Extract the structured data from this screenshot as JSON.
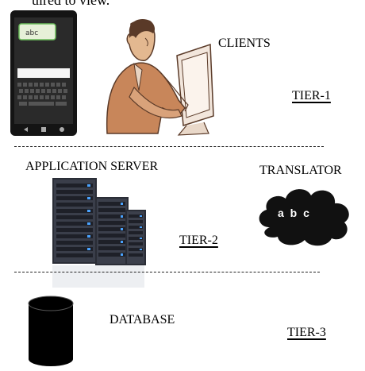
{
  "page": {
    "top_crop_text": "uired to view."
  },
  "labels": {
    "clients": "CLIENTS",
    "tier1": "TIER-1",
    "app_server": "APPLICATION SERVER",
    "translator": "TRANSLATOR",
    "cloud_text": "a b c",
    "tier2": "TIER-2",
    "database": "DATABASE",
    "tier3": "TIER-3"
  },
  "phone": {
    "bubble_text": "abc"
  },
  "icons": {
    "phone": "smartphone-icon",
    "user": "user-at-computer-icon",
    "servers": "server-rack-icon",
    "cloud": "cloud-icon",
    "database": "database-cylinder-icon"
  },
  "colors": {
    "cloud": "#111111",
    "database": "#000000",
    "skin": "#c8865a",
    "server_dark": "#2a2d36",
    "server_led": "#4aa3ff"
  }
}
